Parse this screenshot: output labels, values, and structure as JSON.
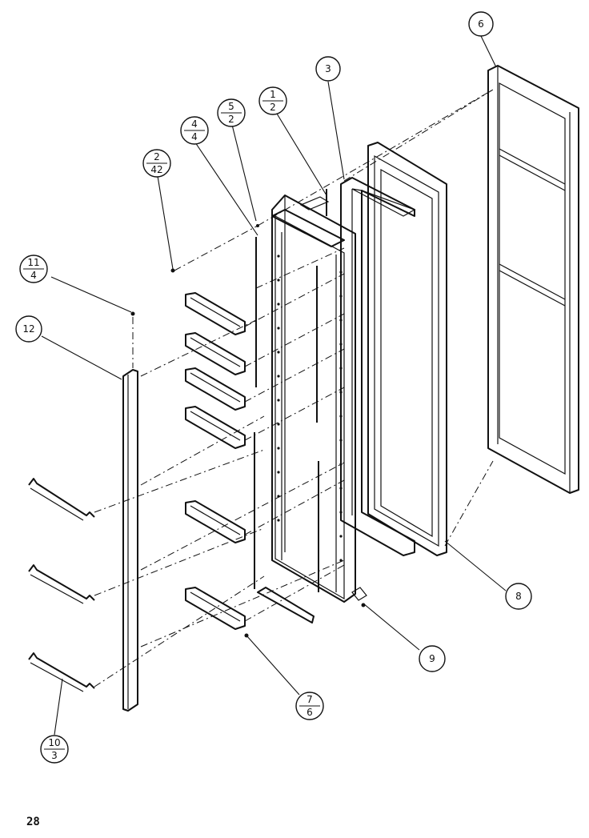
{
  "page_number": "28",
  "callouts": [
    {
      "id": "c6",
      "top": "6",
      "bottom": ""
    },
    {
      "id": "c3",
      "top": "3",
      "bottom": ""
    },
    {
      "id": "c1-2",
      "top": "1",
      "bottom": "2"
    },
    {
      "id": "c5-2",
      "top": "5",
      "bottom": "2"
    },
    {
      "id": "c4-4",
      "top": "4",
      "bottom": "4"
    },
    {
      "id": "c2-42",
      "top": "2",
      "bottom": "42"
    },
    {
      "id": "c11-4",
      "top": "11",
      "bottom": "4"
    },
    {
      "id": "c12",
      "top": "12",
      "bottom": ""
    },
    {
      "id": "c8",
      "top": "8",
      "bottom": ""
    },
    {
      "id": "c9",
      "top": "9",
      "bottom": ""
    },
    {
      "id": "c7-6",
      "top": "7",
      "bottom": "6"
    },
    {
      "id": "c10-3",
      "top": "10",
      "bottom": "3"
    }
  ]
}
